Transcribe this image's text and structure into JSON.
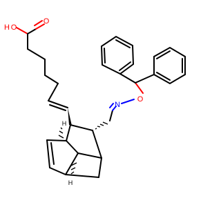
{
  "structure": {
    "atom_labels": {
      "hydroxyl_h": "H",
      "hydroxyl_o": "O",
      "carbonyl_o": "O",
      "ether_o": "O",
      "imine_n": "N",
      "stereo_h_top": "H",
      "stereo_h_bottom": "H"
    },
    "colors": {
      "carbon_bond": "#000000",
      "oxygen": "#ff0000",
      "nitrogen": "#0000ff",
      "background": "#ffffff"
    }
  }
}
